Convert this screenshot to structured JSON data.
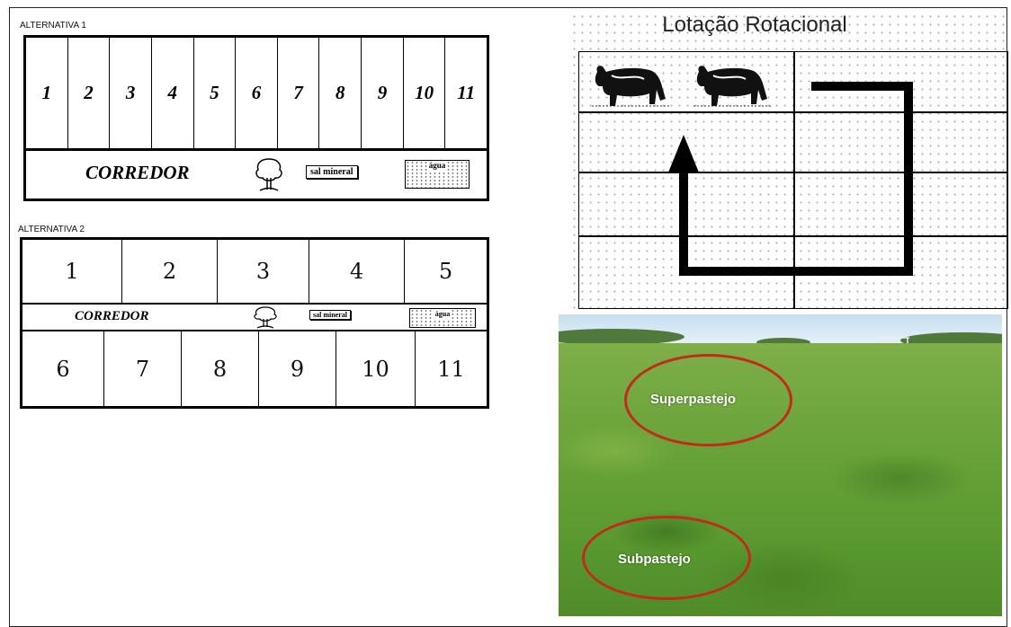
{
  "alternativa1": {
    "label": "ALTERNATIVA 1",
    "paddocks": [
      "1",
      "2",
      "3",
      "4",
      "5",
      "6",
      "7",
      "8",
      "9",
      "10",
      "11"
    ],
    "corridor": "CORREDOR",
    "sal": "sal mineral",
    "agua": "água"
  },
  "alternativa2": {
    "label": "ALTERNATIVA 2",
    "top": [
      "1",
      "2",
      "3",
      "4",
      "5"
    ],
    "bottom": [
      "6",
      "7",
      "8",
      "9",
      "10",
      "11"
    ],
    "corridor": "CORREDOR",
    "sal": "sal mineral",
    "agua": "água"
  },
  "rotacional": {
    "title": "Lotação Rotacional"
  },
  "photo": {
    "label_super": "Superpastejo",
    "label_sub": "Subpastejo",
    "ellipse_color": "#c42a1c"
  }
}
